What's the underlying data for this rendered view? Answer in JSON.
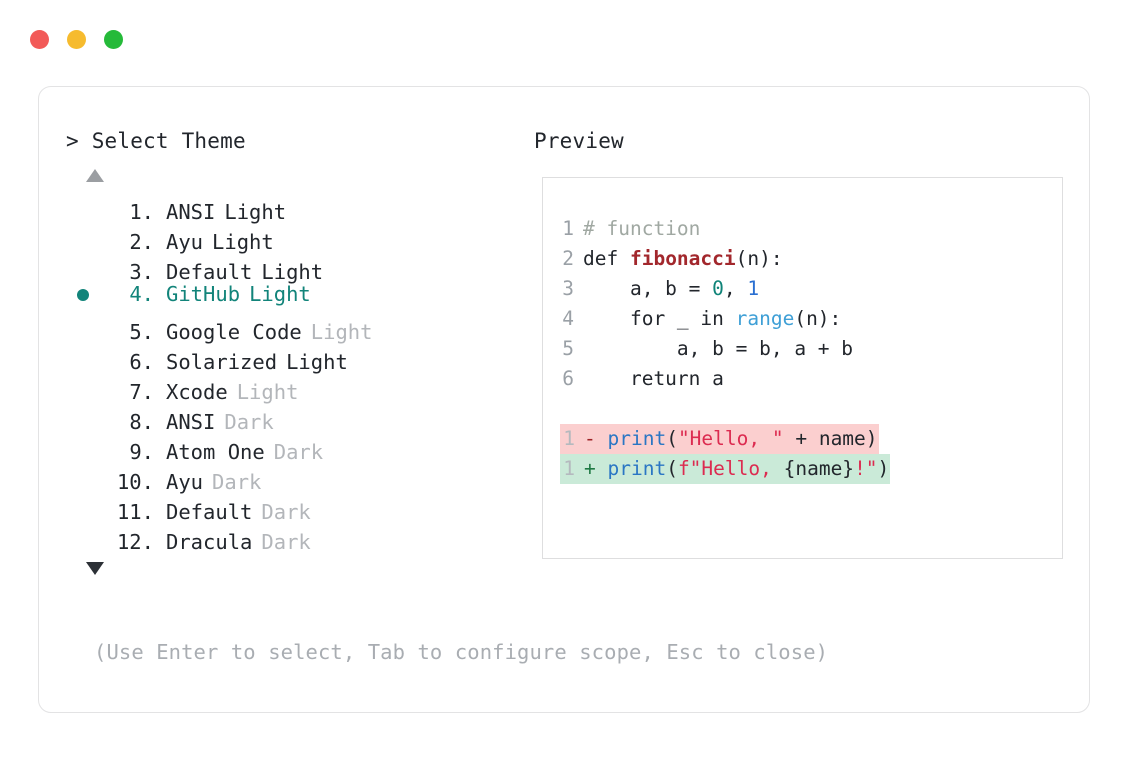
{
  "window": {
    "traffic_lights": [
      {
        "name": "close",
        "color": "#f25a58"
      },
      {
        "name": "minimize",
        "color": "#f6bb2e"
      },
      {
        "name": "maximize",
        "color": "#25ba39"
      }
    ]
  },
  "selector": {
    "prompt_marker": ">",
    "prompt_label": "Select Theme",
    "scroll_up_icon": "triangle-up",
    "scroll_down_icon": "triangle-down",
    "selected_index": 4,
    "selected_bullet_color": "#12847a",
    "items": [
      {
        "index": "1.",
        "name": "ANSI",
        "variant": "Light",
        "variant_dim": false,
        "selected": false
      },
      {
        "index": "2.",
        "name": "Ayu",
        "variant": "Light",
        "variant_dim": false,
        "selected": false
      },
      {
        "index": "3.",
        "name": "Default",
        "variant": "Light",
        "variant_dim": false,
        "selected": false
      },
      {
        "index": "4.",
        "name": "GitHub",
        "variant": "Light",
        "variant_dim": false,
        "selected": true
      },
      {
        "index": "5.",
        "name": "Google Code",
        "variant": "Light",
        "variant_dim": true,
        "selected": false
      },
      {
        "index": "6.",
        "name": "Solarized",
        "variant": "Light",
        "variant_dim": false,
        "selected": false
      },
      {
        "index": "7.",
        "name": "Xcode",
        "variant": "Light",
        "variant_dim": true,
        "selected": false
      },
      {
        "index": "8.",
        "name": "ANSI",
        "variant": "Dark",
        "variant_dim": true,
        "selected": false
      },
      {
        "index": "9.",
        "name": "Atom One",
        "variant": "Dark",
        "variant_dim": true,
        "selected": false
      },
      {
        "index": "10.",
        "name": "Ayu",
        "variant": "Dark",
        "variant_dim": true,
        "selected": false
      },
      {
        "index": "11.",
        "name": "Default",
        "variant": "Dark",
        "variant_dim": true,
        "selected": false
      },
      {
        "index": "12.",
        "name": "Dracula",
        "variant": "Dark",
        "variant_dim": true,
        "selected": false
      }
    ]
  },
  "preview": {
    "title": "Preview",
    "code_lines": [
      {
        "ln": "1",
        "tokens": [
          {
            "t": "# function",
            "c": "cmt"
          }
        ]
      },
      {
        "ln": "2",
        "tokens": [
          {
            "t": "def ",
            "c": "kw"
          },
          {
            "t": "fibonacci",
            "c": "fn"
          },
          {
            "t": "(n):",
            "c": "kw"
          }
        ]
      },
      {
        "ln": "3",
        "tokens": [
          {
            "t": "    a, b = ",
            "c": "kw"
          },
          {
            "t": "0",
            "c": "num0"
          },
          {
            "t": ", ",
            "c": "kw"
          },
          {
            "t": "1",
            "c": "num1"
          }
        ]
      },
      {
        "ln": "4",
        "tokens": [
          {
            "t": "    for _ in ",
            "c": "kw"
          },
          {
            "t": "range",
            "c": "bi"
          },
          {
            "t": "(n):",
            "c": "kw"
          }
        ]
      },
      {
        "ln": "5",
        "tokens": [
          {
            "t": "        a, b = b, a + b",
            "c": "kw"
          }
        ]
      },
      {
        "ln": "6",
        "tokens": [
          {
            "t": "    return a",
            "c": "kw"
          }
        ]
      }
    ],
    "diff_lines": [
      {
        "ln": "1",
        "sign": "-",
        "kind": "minus",
        "bg": "#fbcfcf",
        "tokens": [
          {
            "t": "print",
            "c": "pr"
          },
          {
            "t": "(",
            "c": "punc"
          },
          {
            "t": "\"Hello, \"",
            "c": "str"
          },
          {
            "t": " + name)",
            "c": "punc"
          }
        ]
      },
      {
        "ln": "1",
        "sign": "+",
        "kind": "plus",
        "bg": "#caead8",
        "tokens": [
          {
            "t": "print",
            "c": "pr"
          },
          {
            "t": "(",
            "c": "punc"
          },
          {
            "t": "f\"Hello, ",
            "c": "str"
          },
          {
            "t": "{name}",
            "c": "punc"
          },
          {
            "t": "!\"",
            "c": "str"
          },
          {
            "t": ")",
            "c": "punc"
          }
        ]
      }
    ]
  },
  "footer": {
    "hint": "(Use Enter to select, Tab to configure scope, Esc to close)"
  }
}
